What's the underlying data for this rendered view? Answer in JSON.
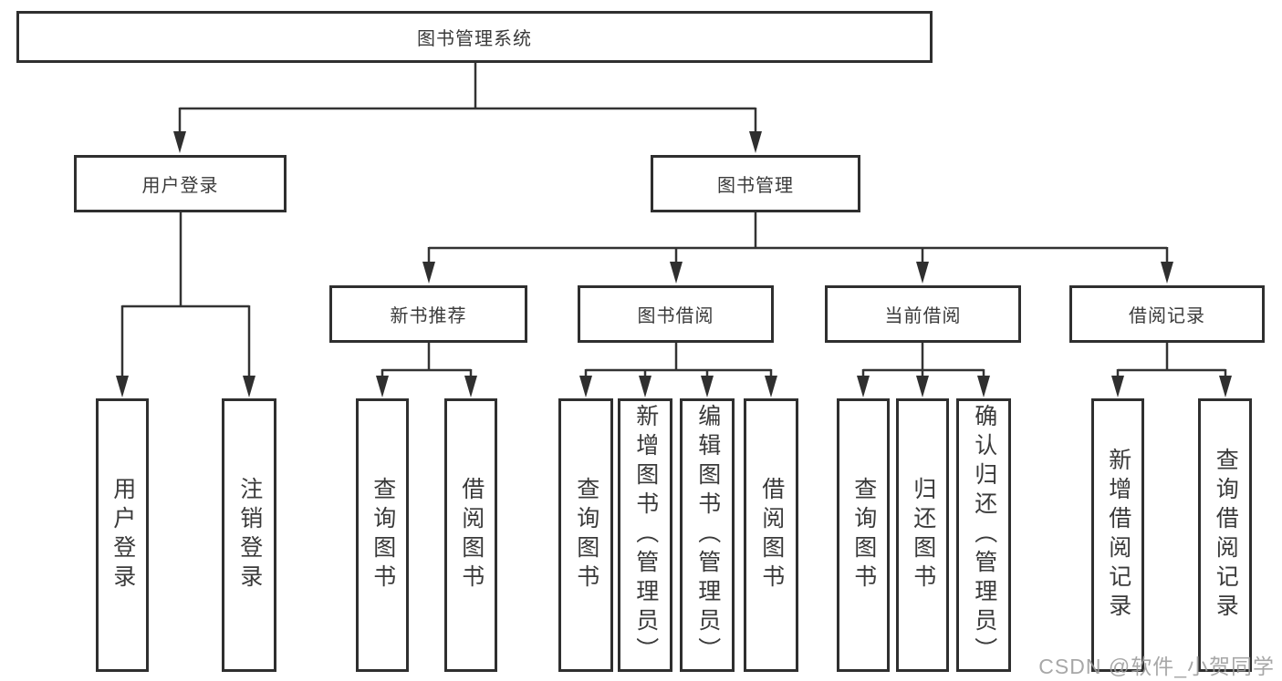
{
  "watermark": {
    "text": "CSDN @软件_小贺同学"
  },
  "colors": {
    "line": "#333333",
    "arrow": "#2f2f2f",
    "box_border": "#2f2f2f",
    "box_fill": "#ffffff",
    "text": "#3a3a3a",
    "watermark": "#9c9c9c",
    "background": "#ffffff"
  },
  "diagram": {
    "type": "hierarchy-tree",
    "root": {
      "label": "图书管理系统"
    },
    "level2": [
      {
        "label": "用户登录",
        "children": [
          {
            "label": "用户登录"
          },
          {
            "label": "注销登录"
          }
        ]
      },
      {
        "label": "图书管理",
        "children": [
          {
            "label": "新书推荐",
            "children": [
              {
                "label": "查询图书"
              },
              {
                "label": "借阅图书"
              }
            ]
          },
          {
            "label": "图书借阅",
            "children": [
              {
                "label": "查询图书"
              },
              {
                "label": "新增图书（管理员）"
              },
              {
                "label": "编辑图书（管理员）"
              },
              {
                "label": "借阅图书"
              }
            ]
          },
          {
            "label": "当前借阅",
            "children": [
              {
                "label": "查询图书"
              },
              {
                "label": "归还图书"
              },
              {
                "label": "确认归还（管理员）"
              }
            ]
          },
          {
            "label": "借阅记录",
            "children": [
              {
                "label": "新增借阅记录"
              },
              {
                "label": "查询借阅记录"
              }
            ]
          }
        ]
      }
    ]
  }
}
